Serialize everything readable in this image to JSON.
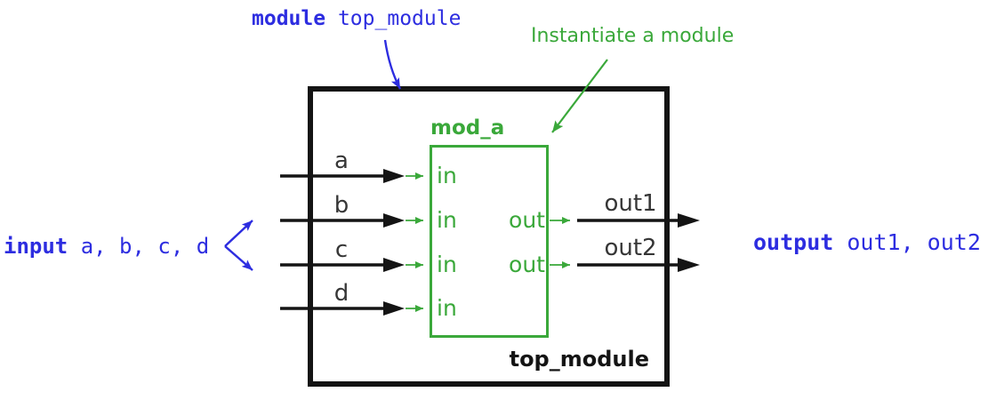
{
  "colors": {
    "keyword_blue": "#2d2de0",
    "module_green": "#3aa83a",
    "wire_black": "#141414",
    "port_label_gray": "#363636"
  },
  "declarations": {
    "module": {
      "keyword": "module",
      "name": "top_module"
    },
    "input": {
      "keyword": "input",
      "signals": "a, b, c, d"
    },
    "output": {
      "keyword": "output",
      "signals": "out1, out2"
    }
  },
  "annotation": {
    "instantiate": "Instantiate a module"
  },
  "top_module": {
    "name": "top_module"
  },
  "mod_a": {
    "name": "mod_a",
    "in_ports": [
      "in",
      "in",
      "in",
      "in"
    ],
    "out_ports": [
      "out",
      "out"
    ]
  },
  "wires": {
    "inputs": [
      "a",
      "b",
      "c",
      "d"
    ],
    "outputs": [
      "out1",
      "out2"
    ]
  }
}
